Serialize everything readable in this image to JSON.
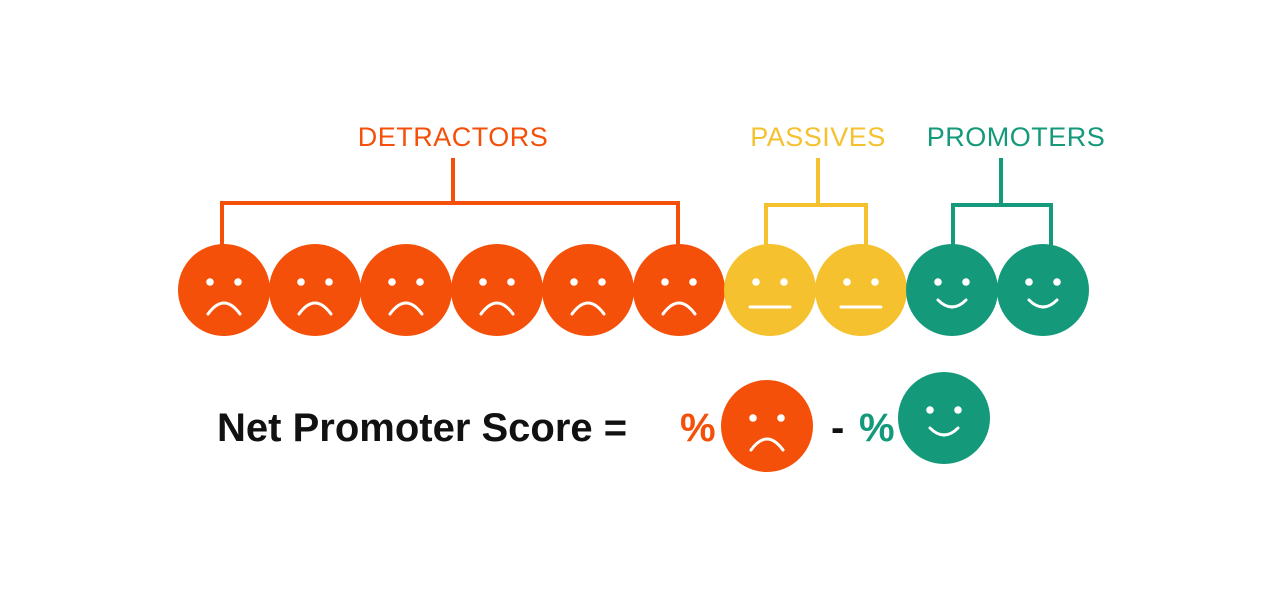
{
  "groups": {
    "detractors": {
      "label": "DETRACTORS",
      "color": "#f5500a",
      "count": 6,
      "face": "sad"
    },
    "passives": {
      "label": "PASSIVES",
      "color": "#f6c12e",
      "count": 2,
      "face": "neutral"
    },
    "promoters": {
      "label": "PROMOTERS",
      "color": "#14997a",
      "count": 2,
      "face": "happy"
    }
  },
  "formula": {
    "label": "Net Promoter Score =",
    "detractor_percent": "%",
    "minus_sign": "-",
    "promoter_percent": "%",
    "text_color": "#111111"
  }
}
